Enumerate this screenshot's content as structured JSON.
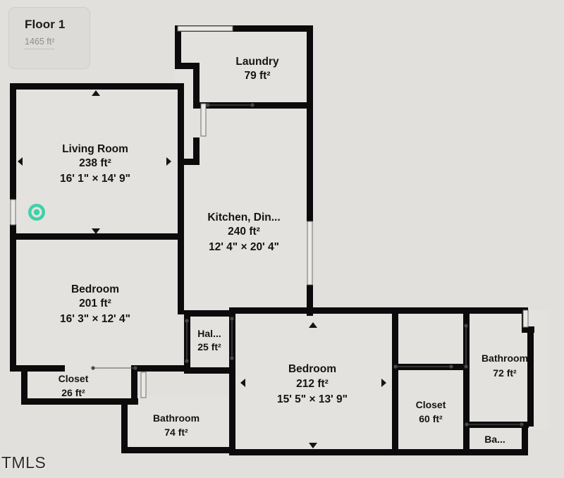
{
  "floor_badge": {
    "title": "Floor 1",
    "area": "1465 ft²"
  },
  "watermark": "TMLS",
  "colors": {
    "background": "#e2e0dc",
    "room_fill": "#e4e2de",
    "wall": "#0b0b0b",
    "badge_bg": "#dddbd7",
    "viewpoint_marker": "#3dd1a8",
    "text": "#141414",
    "area_text_muted": "#8d8d8d"
  },
  "rooms": [
    {
      "id": "laundry",
      "name": "Laundry",
      "area": "79 ft²",
      "dims": ""
    },
    {
      "id": "living-room",
      "name": "Living Room",
      "area": "238 ft²",
      "dims": "16' 1\" × 14' 9\""
    },
    {
      "id": "kitchen-dining",
      "name": "Kitchen, Din...",
      "area": "240 ft²",
      "dims": "12' 4\" × 20' 4\""
    },
    {
      "id": "bedroom-1",
      "name": "Bedroom",
      "area": "201 ft²",
      "dims": "16' 3\" × 12' 4\""
    },
    {
      "id": "hallway",
      "name": "Hal...",
      "area": "25 ft²",
      "dims": ""
    },
    {
      "id": "closet-1",
      "name": "Closet",
      "area": "26 ft²",
      "dims": ""
    },
    {
      "id": "bathroom-1",
      "name": "Bathroom",
      "area": "74 ft²",
      "dims": ""
    },
    {
      "id": "bedroom-2",
      "name": "Bedroom",
      "area": "212 ft²",
      "dims": "15' 5\" × 13' 9\""
    },
    {
      "id": "closet-2",
      "name": "Closet",
      "area": "60 ft²",
      "dims": ""
    },
    {
      "id": "bathroom-2",
      "name": "Bathroom",
      "area": "72 ft²",
      "dims": ""
    },
    {
      "id": "bathroom-3",
      "name": "Ba...",
      "area": "",
      "dims": ""
    }
  ],
  "markers": {
    "viewpoint_icon": "viewpoint-circle-icon"
  }
}
